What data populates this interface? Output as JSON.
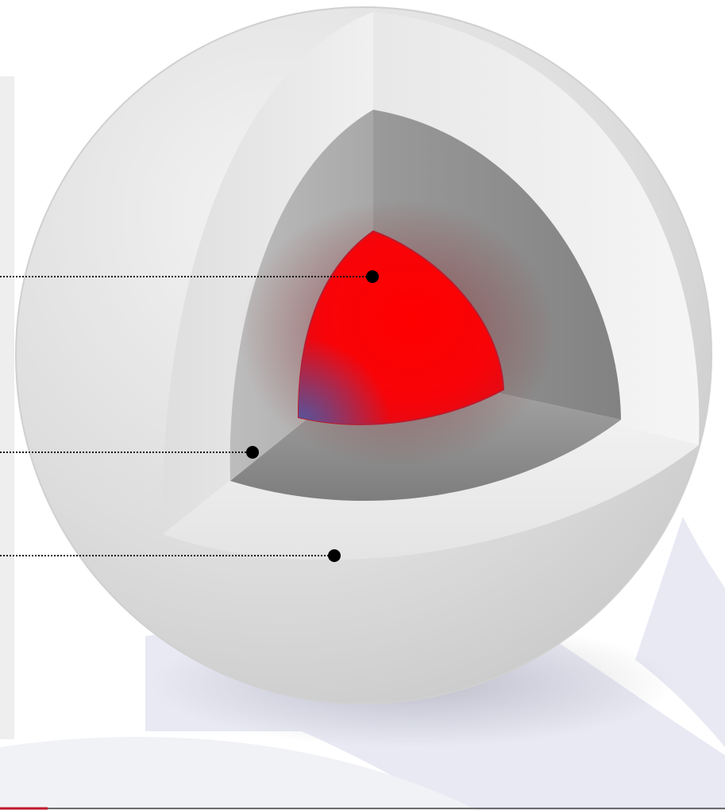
{
  "diagram": {
    "layers": [
      {
        "id": "inner-core",
        "fill": "#ff0000",
        "edge": "#c0182a",
        "accent": "#4a5aa8"
      },
      {
        "id": "mantle",
        "fill": "#8f8f8f"
      },
      {
        "id": "crust",
        "fill": "#e6e6e6"
      }
    ],
    "callouts": [
      {
        "target": "inner-core",
        "label": ""
      },
      {
        "target": "mantle",
        "label": ""
      },
      {
        "target": "crust",
        "label": ""
      }
    ],
    "colors": {
      "sphere_light": "#f4f4f4",
      "sphere_dark": "#c4c4c4",
      "background_arc": "#e8e9f3",
      "leader_line": "#111111"
    }
  }
}
